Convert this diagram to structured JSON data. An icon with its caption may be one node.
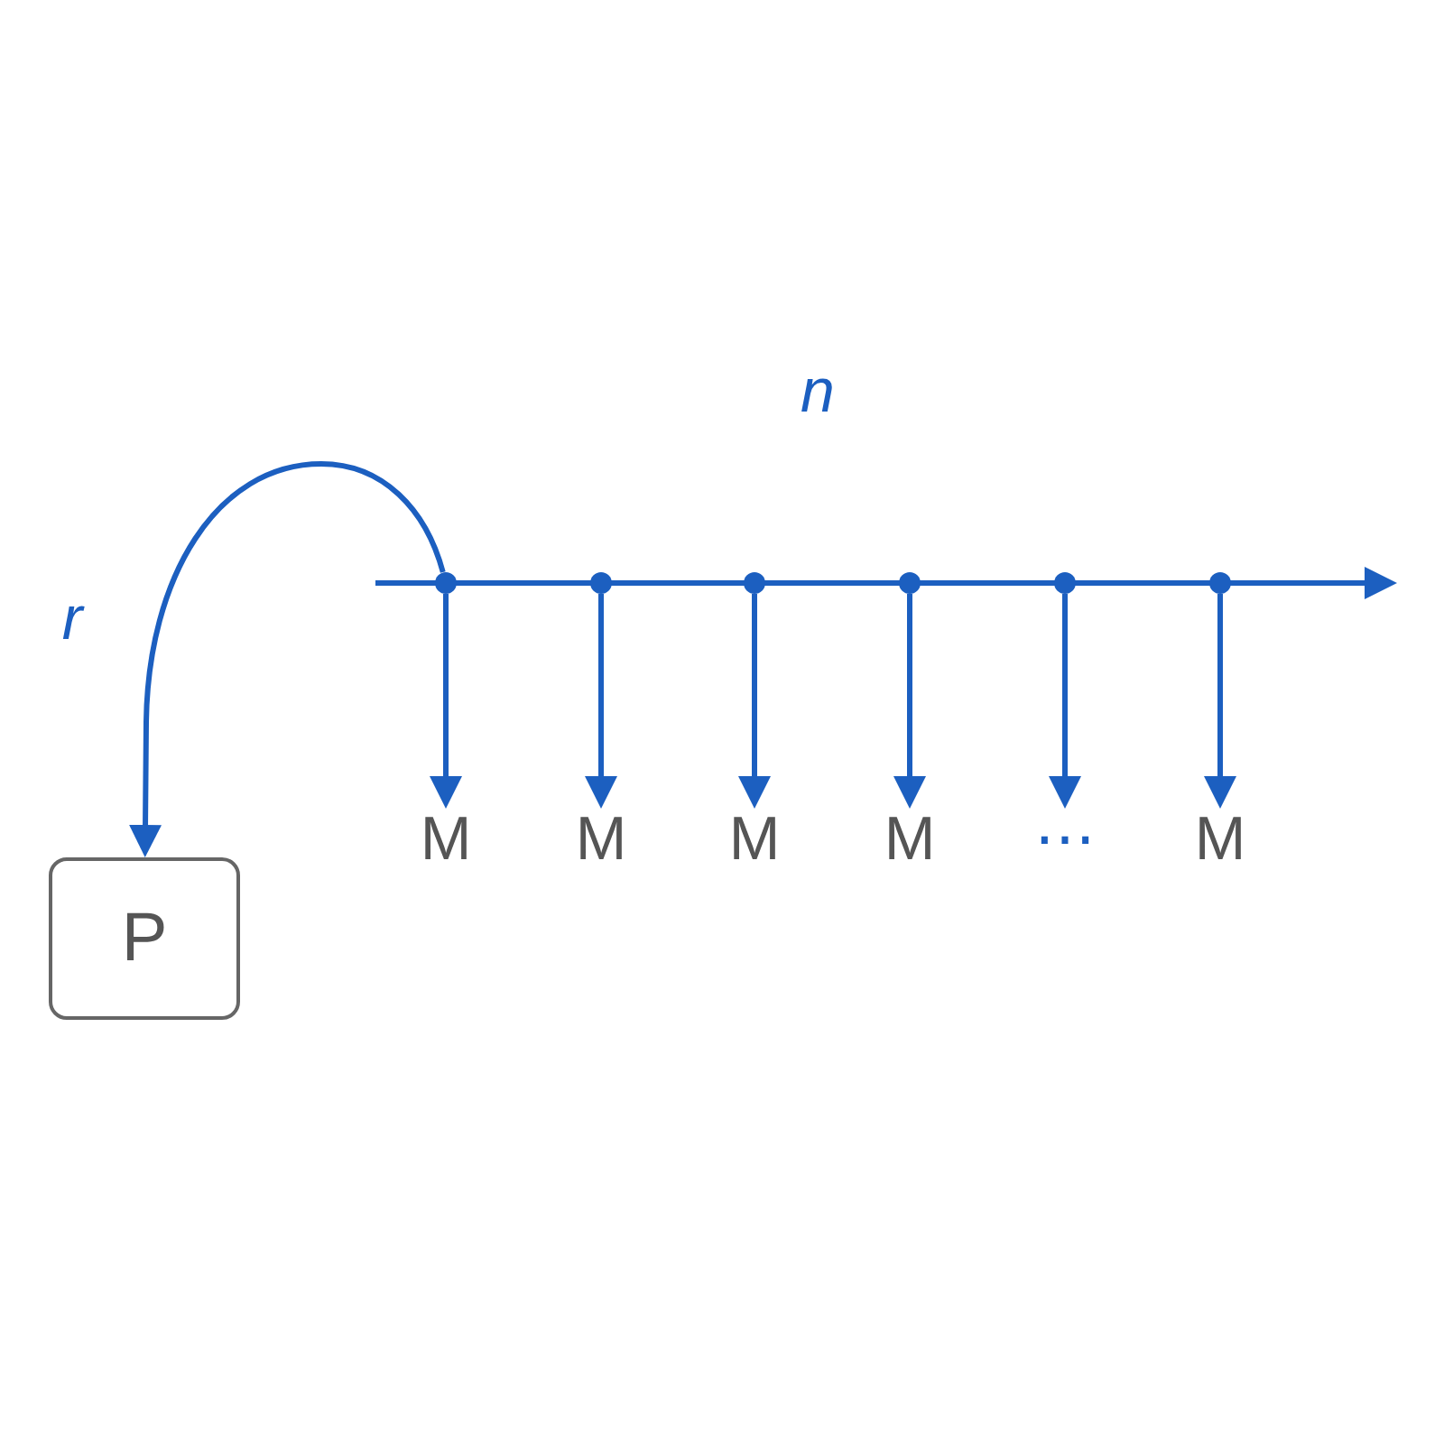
{
  "diagram": {
    "nodes": [
      {
        "text": [],
        "shape": "circle"
      },
      {
        "text": [],
        "shape": "circle"
      },
      {
        "text": [],
        "shape": "circle"
      },
      {
        "text": [],
        "shape": "circle"
      },
      {
        "text": [],
        "shape": "circle"
      },
      {
        "text": [],
        "shape": "circle"
      },
      {
        "text": [
          "M"
        ]
      },
      {
        "text": [
          "M"
        ]
      },
      {
        "text": [
          "M"
        ]
      },
      {
        "text": [
          "M"
        ]
      },
      {
        "text": [
          "⋯"
        ]
      },
      {
        "text": [
          "M"
        ]
      },
      {
        "text": [
          "P"
        ]
      }
    ],
    "edges": [
      {
        "from": 0,
        "to": 6,
        "arrow": "to"
      },
      {
        "from": 1,
        "to": 7,
        "arrow": "to"
      },
      {
        "from": 2,
        "to": 8,
        "arrow": "to"
      },
      {
        "from": 3,
        "to": 9,
        "arrow": "to"
      },
      {
        "from": 4,
        "to": 10,
        "arrow": "to"
      },
      {
        "from": 5,
        "to": 11,
        "arrow": "to"
      },
      {
        "from": 0,
        "to": 12,
        "arrow": "to",
        "label": "r"
      }
    ],
    "labels": [
      "n"
    ]
  }
}
